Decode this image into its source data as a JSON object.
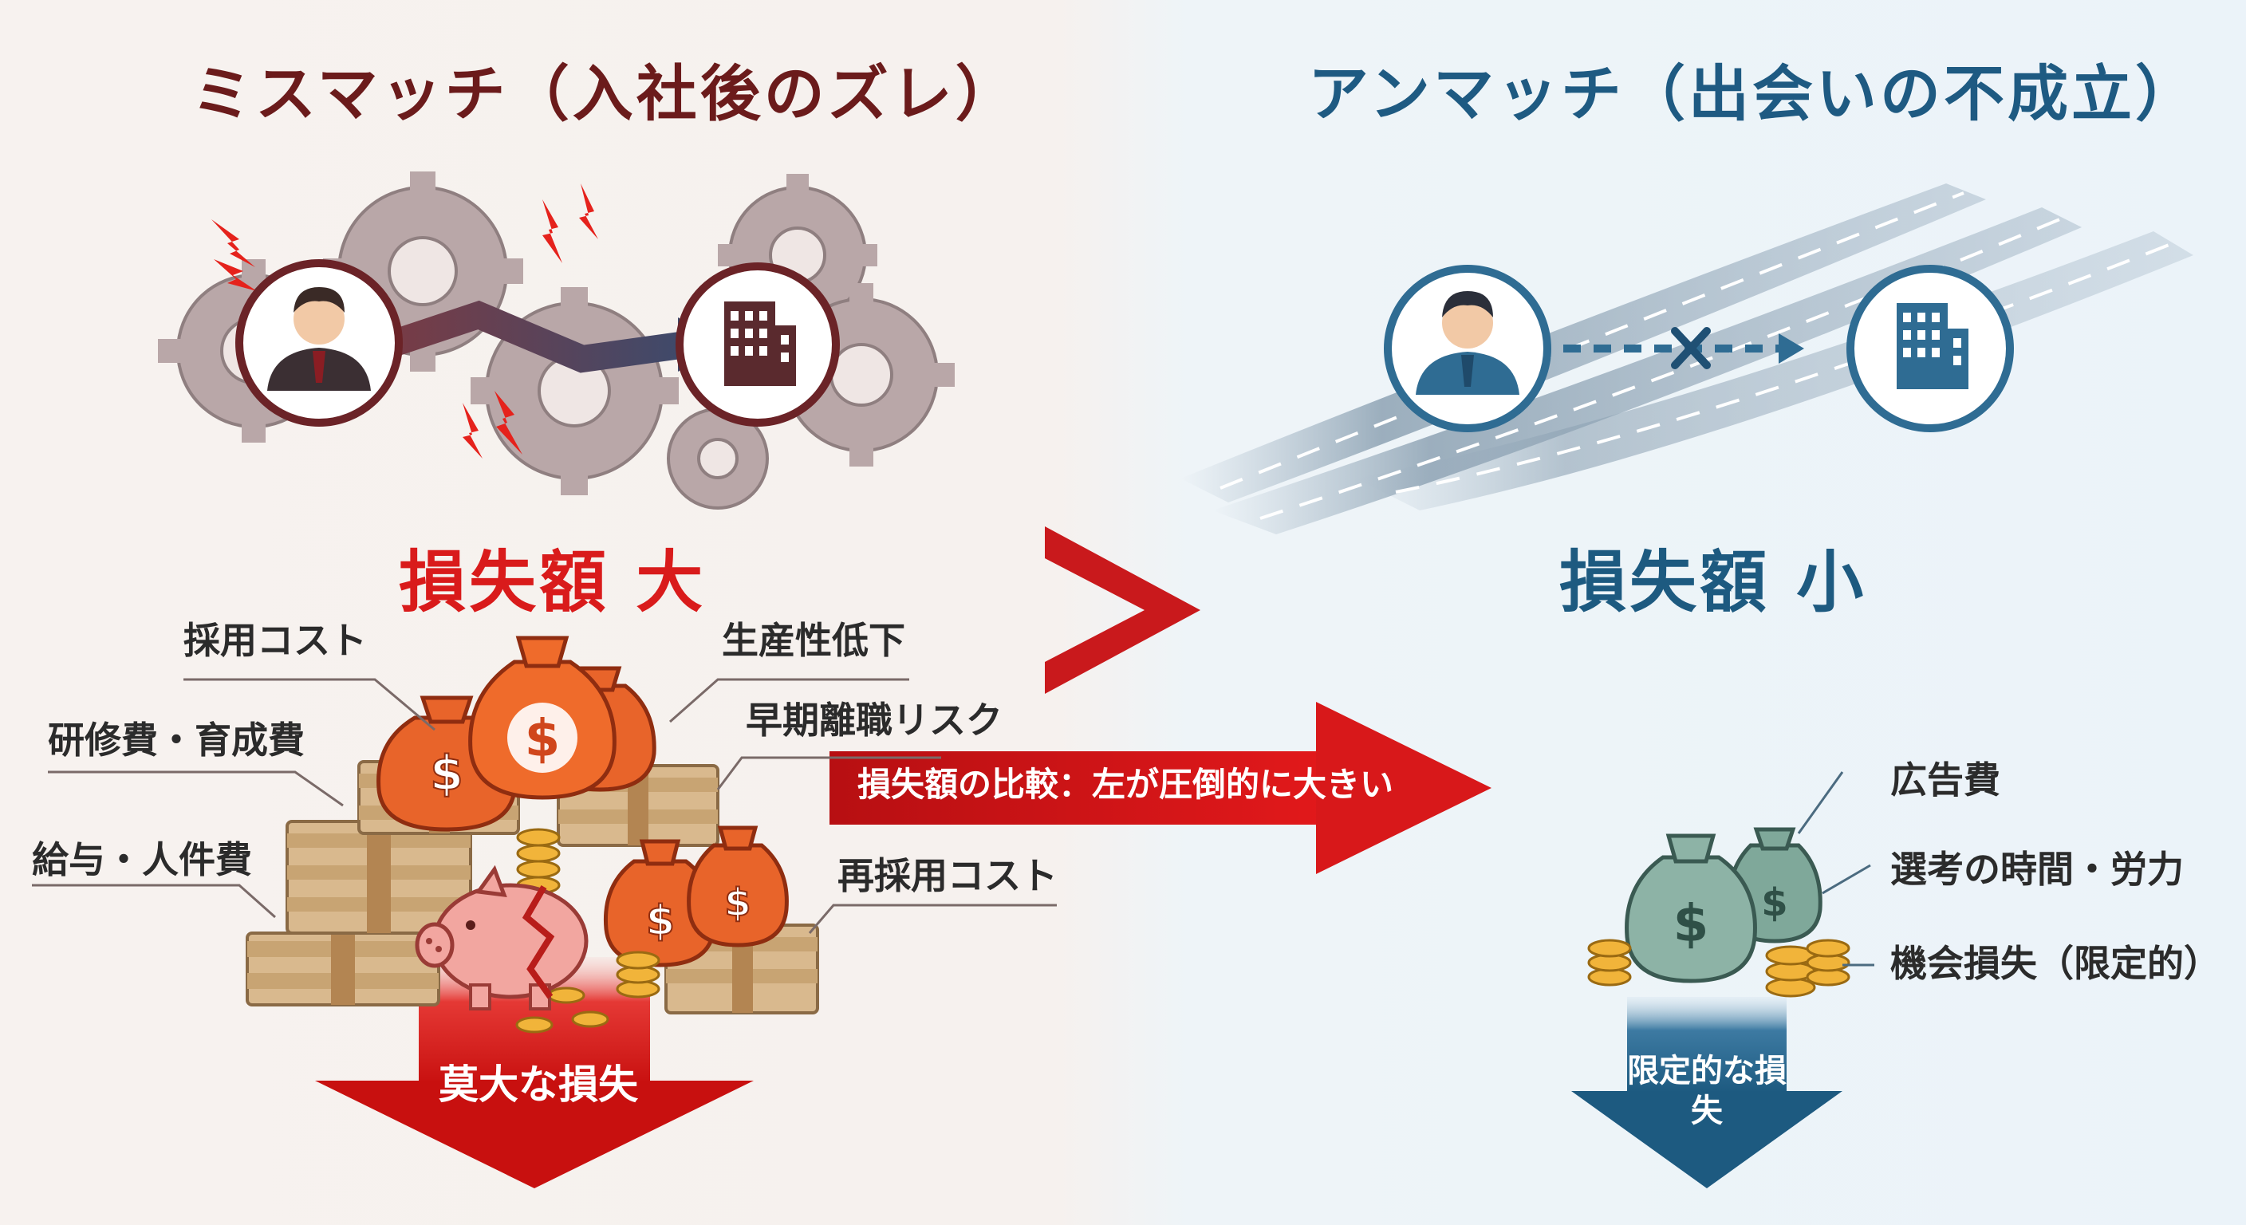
{
  "left": {
    "title": "ミスマッチ（入社後のズレ）",
    "loss_label": "損失額 大",
    "cost_labels": [
      "採用コスト",
      "研修費・育成費",
      "給与・人件費",
      "生産性低下",
      "早期離職リスク",
      "再採用コスト"
    ],
    "result_label": "莫大な損失",
    "icons": [
      "person-icon",
      "building-icon",
      "gear-icon",
      "lightning-icon",
      "money-bag-icon",
      "cash-stack-icon",
      "piggy-bank-icon",
      "coin-stack-icon"
    ]
  },
  "comparison": {
    "symbol": ">",
    "text": "損失額の比較：左が圧倒的に大きい"
  },
  "right": {
    "title": "アンマッチ（出会いの不成立）",
    "loss_label": "損失額 小",
    "cost_labels": [
      "広告費",
      "選考の時間・労力",
      "機会損失（限定的）"
    ],
    "result_label": "限定的な損失",
    "icons": [
      "person-icon",
      "building-icon",
      "road-icon",
      "cross-icon",
      "money-bag-icon",
      "coin-stack-icon"
    ]
  },
  "colors": {
    "left_accent": "#d91b1b",
    "left_title": "#6b1b1b",
    "right_accent": "#1d5a80",
    "money_orange": "#e8642a",
    "money_green": "#7fa89a"
  }
}
